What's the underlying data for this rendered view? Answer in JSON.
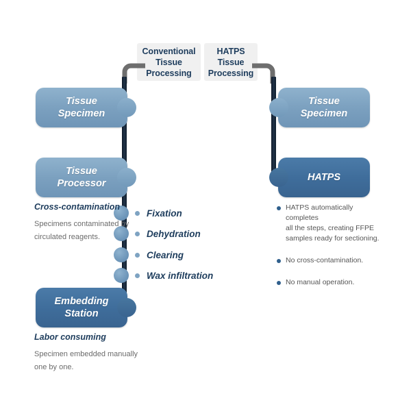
{
  "headers": {
    "conventional": "Conventional\nTissue\nProcessing",
    "hatps": "HATPS\nTissue\nProcessing"
  },
  "left_flow": {
    "boxes": [
      {
        "label": "Tissue\nSpecimen",
        "tone": "light"
      },
      {
        "label": "Tissue\nProcessor",
        "tone": "light"
      },
      {
        "label": "Embedding\nStation",
        "tone": "dark"
      }
    ],
    "steps": [
      {
        "label": "Fixation"
      },
      {
        "label": "Dehydration"
      },
      {
        "label": "Clearing"
      },
      {
        "label": "Wax infiltration"
      }
    ],
    "annotations": [
      {
        "title": "Cross-contamination",
        "body": "Specimens contaminated by\ncirculated reagents."
      },
      {
        "title": "Labor consuming",
        "body": "Specimen embedded manually\none by one."
      }
    ]
  },
  "right_flow": {
    "boxes": [
      {
        "label": "Tissue\nSpecimen",
        "tone": "light"
      },
      {
        "label": "HATPS",
        "tone": "dark"
      }
    ],
    "bullets": [
      "HATPS automatically completes\nall the steps, creating FFPE\nsamples ready for sectioning.",
      "No cross-contamination.",
      "No manual operation."
    ]
  },
  "colors": {
    "spine": "#18293c",
    "connector": "#6e6e6e",
    "box_light": "#7ba0bf",
    "box_dark": "#3f6d9b",
    "header_bg": "#f0f0f0",
    "header_text": "#1d3c5c",
    "step_text": "#1d3c5c",
    "body_text": "#6b6b6b",
    "bullet_marker": "#2f5f8c",
    "background": "#ffffff"
  }
}
